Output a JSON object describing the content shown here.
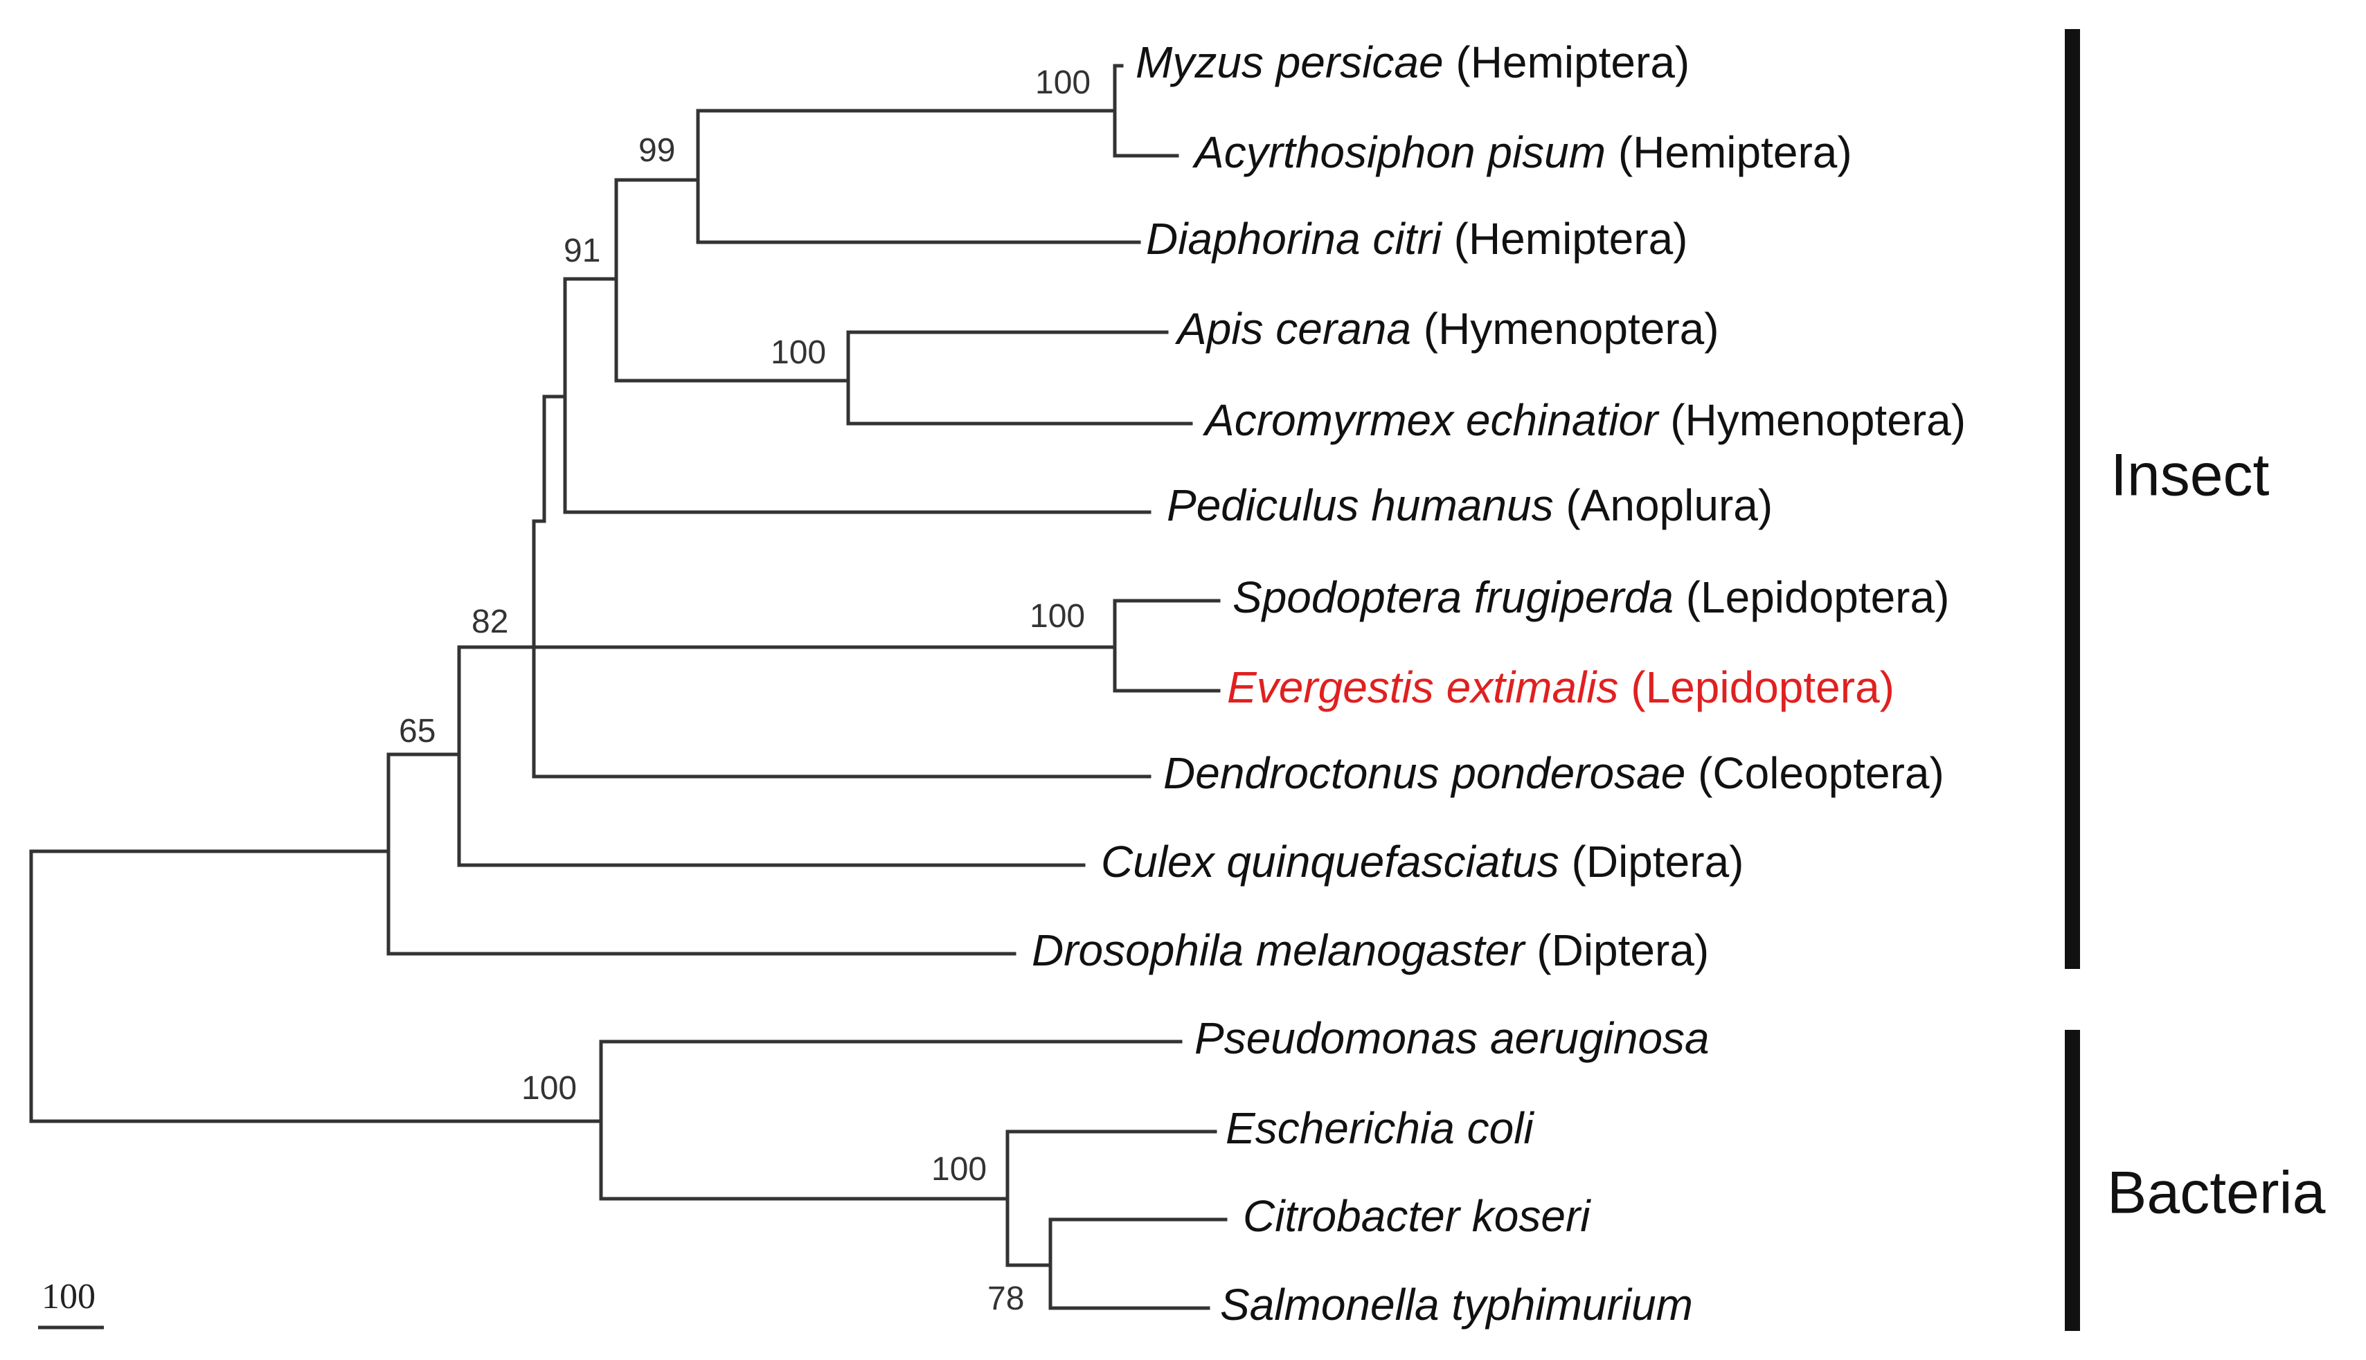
{
  "leaves": [
    {
      "id": "myzus",
      "species": "Myzus persicae",
      "order": "(Hemiptera)"
    },
    {
      "id": "acyrthosiphon",
      "species": "Acyrthosiphon pisum",
      "order": "(Hemiptera)"
    },
    {
      "id": "diaphorina",
      "species": "Diaphorina citri",
      "order": "(Hemiptera)"
    },
    {
      "id": "apis",
      "species": "Apis cerana",
      "order": "(Hymenoptera)"
    },
    {
      "id": "acromyrmex",
      "species": "Acromyrmex echinatior",
      "order": "(Hymenoptera)"
    },
    {
      "id": "pediculus",
      "species": "Pediculus humanus",
      "order": "(Anoplura)"
    },
    {
      "id": "spodoptera",
      "species": "Spodoptera frugiperda",
      "order": "(Lepidoptera)"
    },
    {
      "id": "evergestis",
      "species": "Evergestis extimalis",
      "order": "(Lepidoptera)",
      "highlight": true
    },
    {
      "id": "dendroctonus",
      "species": "Dendroctonus ponderosae",
      "order": "(Coleoptera)"
    },
    {
      "id": "culex",
      "species": "Culex quinquefasciatus",
      "order": "(Diptera)"
    },
    {
      "id": "drosophila",
      "species": "Drosophila melanogaster",
      "order": "(Diptera)"
    },
    {
      "id": "pseudomonas",
      "species": "Pseudomonas aeruginosa",
      "order": ""
    },
    {
      "id": "escherichia",
      "species": "Escherichia coli",
      "order": ""
    },
    {
      "id": "citrobacter",
      "species": "Citrobacter koseri",
      "order": ""
    },
    {
      "id": "salmonella",
      "species": "Salmonella typhimurium",
      "order": ""
    }
  ],
  "groups": [
    {
      "id": "insect",
      "label": "Insect"
    },
    {
      "id": "bacteria",
      "label": "Bacteria"
    }
  ],
  "support_values": [
    {
      "id": "myzus-acyrthosiphon",
      "value": "100"
    },
    {
      "id": "aphids-diaphorina",
      "value": "99"
    },
    {
      "id": "hemiptera-hymenoptera",
      "value": "91"
    },
    {
      "id": "apis-acromyrmex",
      "value": "100"
    },
    {
      "id": "spodoptera-evergestis",
      "value": "100"
    },
    {
      "id": "insect-core",
      "value": "82"
    },
    {
      "id": "insect-all",
      "value": "65"
    },
    {
      "id": "bacteria-all",
      "value": "100"
    },
    {
      "id": "enterobacteria",
      "value": "100"
    },
    {
      "id": "citrobacter-salmonella",
      "value": "78"
    }
  ],
  "scale_bar": {
    "label": "100"
  },
  "colors": {
    "branch": "#333333",
    "highlight": "#e02020",
    "text": "#111111"
  }
}
